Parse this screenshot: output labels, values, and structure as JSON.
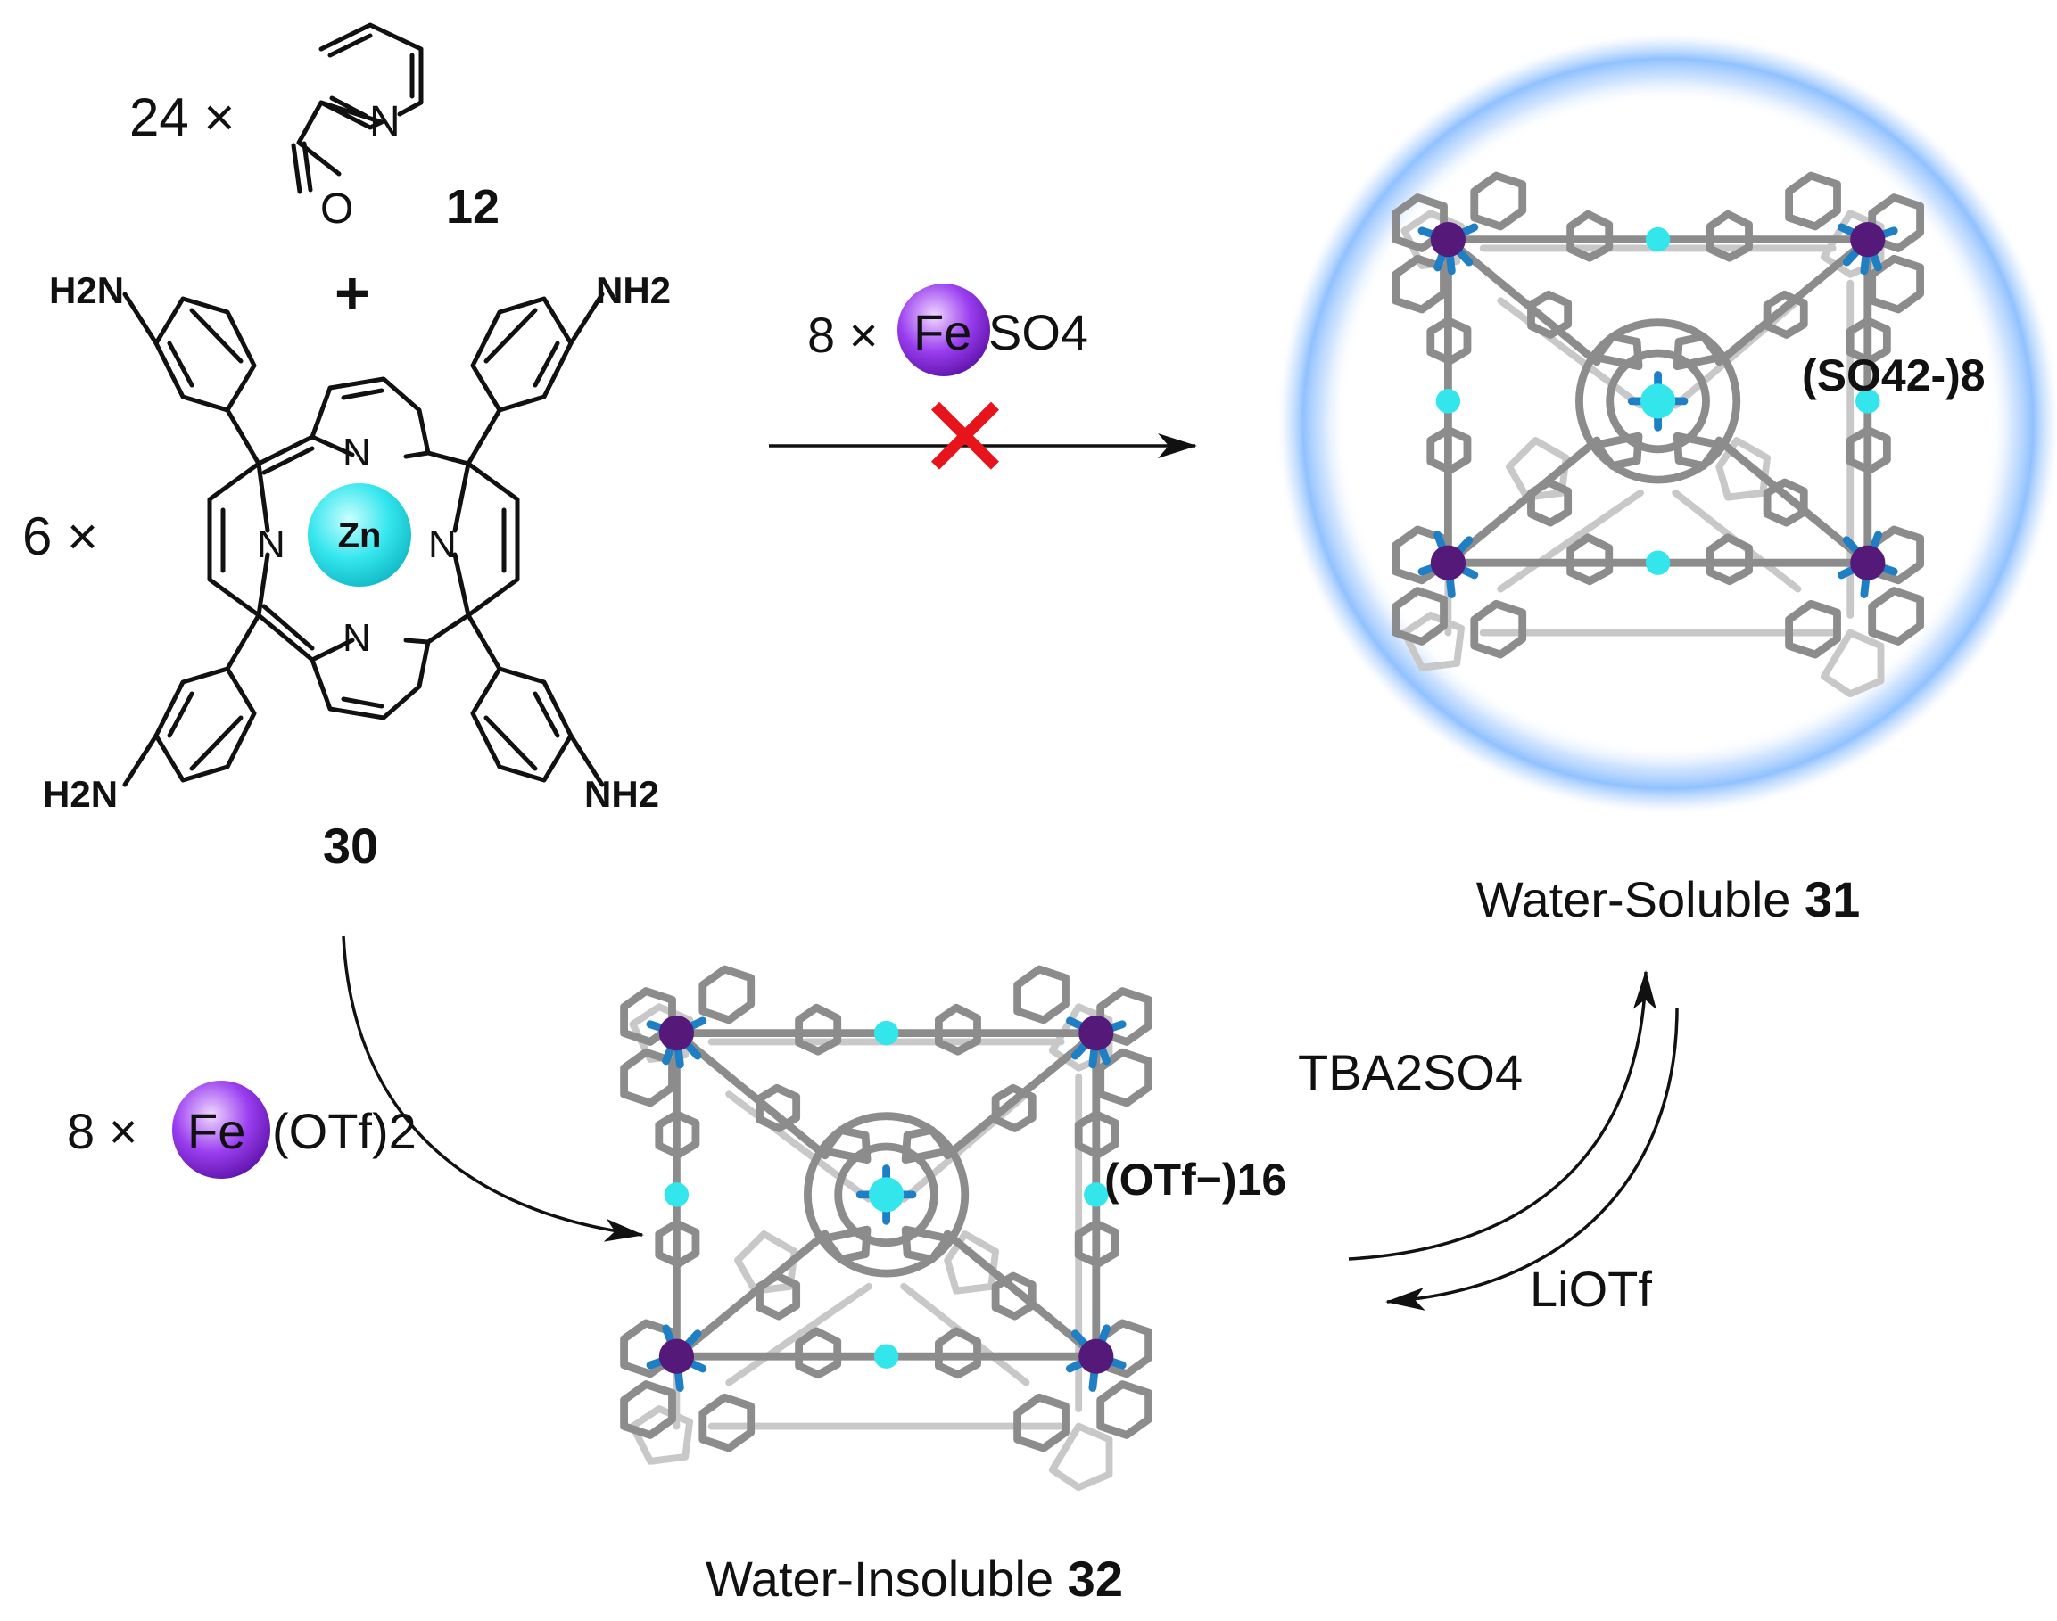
{
  "reactants": {
    "aldehyde": {
      "multiplier": "24 ×",
      "label": "12",
      "atom_O": "O",
      "atom_N": "N"
    },
    "plus_sign": "+",
    "porphyrin": {
      "multiplier": "6 ×",
      "label": "30",
      "metal": "Zn",
      "ring_N": "N",
      "amine_H2N": "H2N",
      "amine_NH2": "NH2"
    }
  },
  "route_top": {
    "multiplier": "8 ×",
    "reagent_metal": "Fe",
    "reagent_rest": "SO4",
    "blocked_mark": "✕"
  },
  "route_bottom": {
    "multiplier": "8 ×",
    "reagent_metal": "Fe",
    "reagent_rest": "(OTf)2"
  },
  "cage_soluble": {
    "counterion": "(SO42-)8",
    "caption_prefix": "Water-Soluble ",
    "caption_id": "31"
  },
  "cage_insoluble": {
    "counterion": "(OTf−)16",
    "caption_prefix": "Water-Insoluble ",
    "caption_id": "32"
  },
  "interconversion": {
    "forward_reagent": "TBA2SO4",
    "reverse_reagent": "LiOTf"
  },
  "colors": {
    "zinc": "#33e6ec",
    "iron": "#8a2be2",
    "iron_in_cage": "#55197a",
    "nitrogen": "#1e7fc4",
    "carbon": "#8c8c8c",
    "glow": "#9ec8ff",
    "blocked": "#e8141b"
  }
}
